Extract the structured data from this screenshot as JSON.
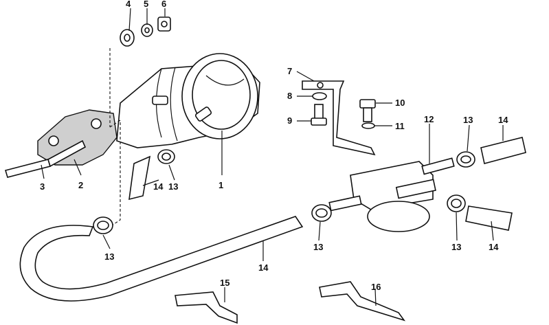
{
  "callouts": [
    {
      "id": "1",
      "text": "1"
    },
    {
      "id": "2",
      "text": "2"
    },
    {
      "id": "3",
      "text": "3"
    },
    {
      "id": "4",
      "text": "4"
    },
    {
      "id": "5",
      "text": "5"
    },
    {
      "id": "6",
      "text": "6"
    },
    {
      "id": "7",
      "text": "7"
    },
    {
      "id": "8",
      "text": "8"
    },
    {
      "id": "9",
      "text": "9"
    },
    {
      "id": "10",
      "text": "10"
    },
    {
      "id": "11",
      "text": "11"
    },
    {
      "id": "12",
      "text": "12"
    },
    {
      "id": "13a",
      "text": "13"
    },
    {
      "id": "13b",
      "text": "13"
    },
    {
      "id": "13c",
      "text": "13"
    },
    {
      "id": "13d",
      "text": "13"
    },
    {
      "id": "13e",
      "text": "13"
    },
    {
      "id": "14a",
      "text": "14"
    },
    {
      "id": "14b",
      "text": "14"
    },
    {
      "id": "14c",
      "text": "14"
    },
    {
      "id": "14d",
      "text": "14"
    },
    {
      "id": "15",
      "text": "15"
    },
    {
      "id": "16",
      "text": "16"
    }
  ]
}
